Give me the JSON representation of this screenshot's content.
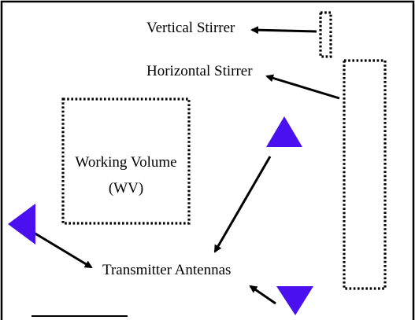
{
  "diagram": {
    "labels": {
      "vertical_stirrer": "Vertical Stirrer",
      "horizontal_stirrer": "Horizontal Stirrer",
      "working_volume_line1": "Working Volume",
      "working_volume_line2": "(WV)",
      "transmitter_antennas": "Transmitter Antennas"
    },
    "colors": {
      "antenna": "#4a10f0",
      "outline": "#000000",
      "background": "#ffffff"
    }
  }
}
